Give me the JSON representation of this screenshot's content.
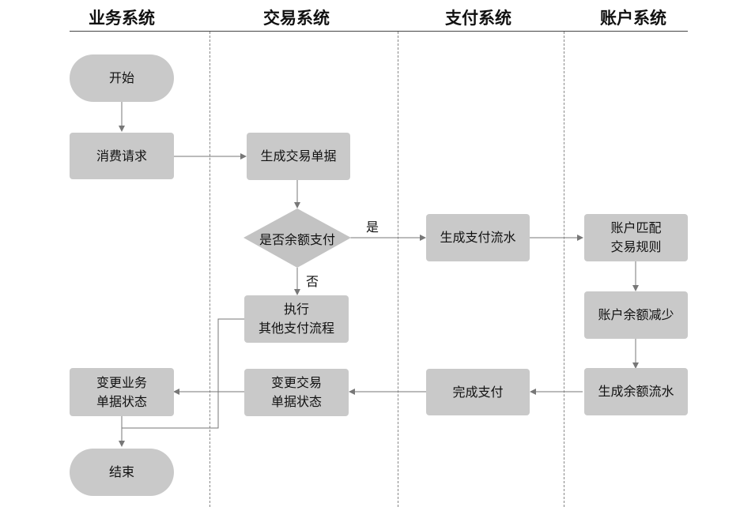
{
  "lanes": [
    "业务系统",
    "交易系统",
    "支付系统",
    "账户系统"
  ],
  "nodes": {
    "start": "开始",
    "consume_request": "消费请求",
    "create_trade_doc": "生成交易单据",
    "balance_check": "是否余额支付",
    "other_payment": "执行\n其他支付流程",
    "update_biz_status": "变更业务\n单据状态",
    "end": "结束",
    "update_trade_status": "变更交易\n单据状态",
    "create_pay_flow": "生成支付流水",
    "complete_payment": "完成支付",
    "match_rules": "账户匹配\n交易规则",
    "reduce_balance": "账户余额减少",
    "create_balance_flow": "生成余额流水"
  },
  "edge_labels": {
    "yes": "是",
    "no": "否"
  },
  "colors": {
    "node_fill": "#c9c9c9",
    "diamond_fill": "#c3c3c3",
    "arrow": "#777777",
    "lane_divider": "#888888"
  }
}
